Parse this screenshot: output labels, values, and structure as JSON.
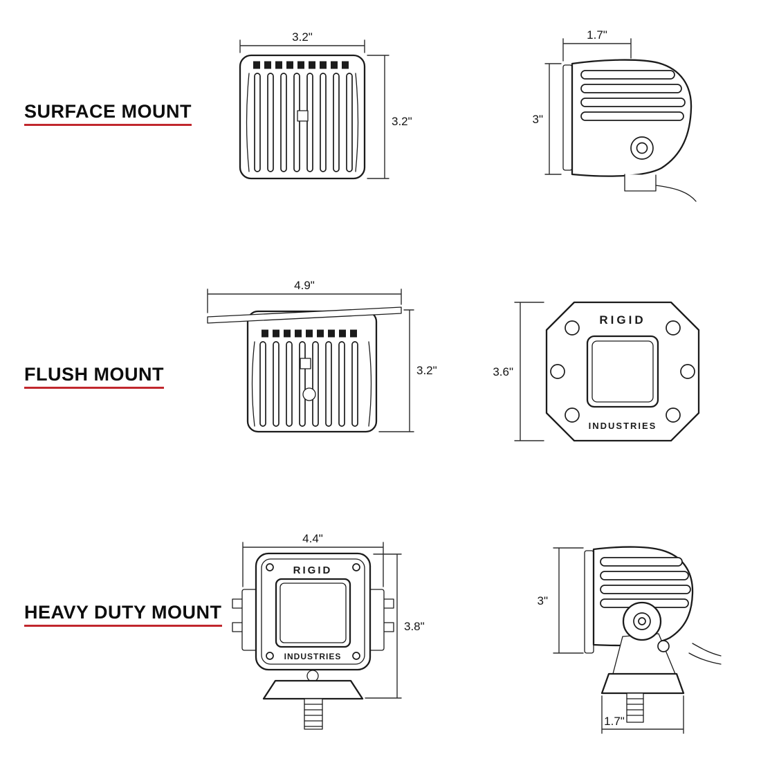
{
  "colors": {
    "accent_red": "#c1272d",
    "line": "#1b1b1b",
    "background": "#ffffff"
  },
  "sections": {
    "surface": {
      "label": "SURFACE MOUNT",
      "front": {
        "width": "3.2\"",
        "height": "3.2\""
      },
      "side": {
        "depth": "1.7\"",
        "height": "3\""
      }
    },
    "flush": {
      "label": "FLUSH MOUNT",
      "front": {
        "width": "4.9\"",
        "height": "3.2\""
      },
      "face": {
        "height": "3.6\"",
        "brand_top": "RIGID",
        "brand_bottom": "INDUSTRIES"
      }
    },
    "heavy": {
      "label": "HEAVY DUTY MOUNT",
      "front": {
        "width": "4.4\"",
        "height": "3.8\"",
        "brand_top": "RIGID",
        "brand_bottom": "INDUSTRIES"
      },
      "side": {
        "height": "3\"",
        "depth": "1.7\""
      }
    }
  }
}
